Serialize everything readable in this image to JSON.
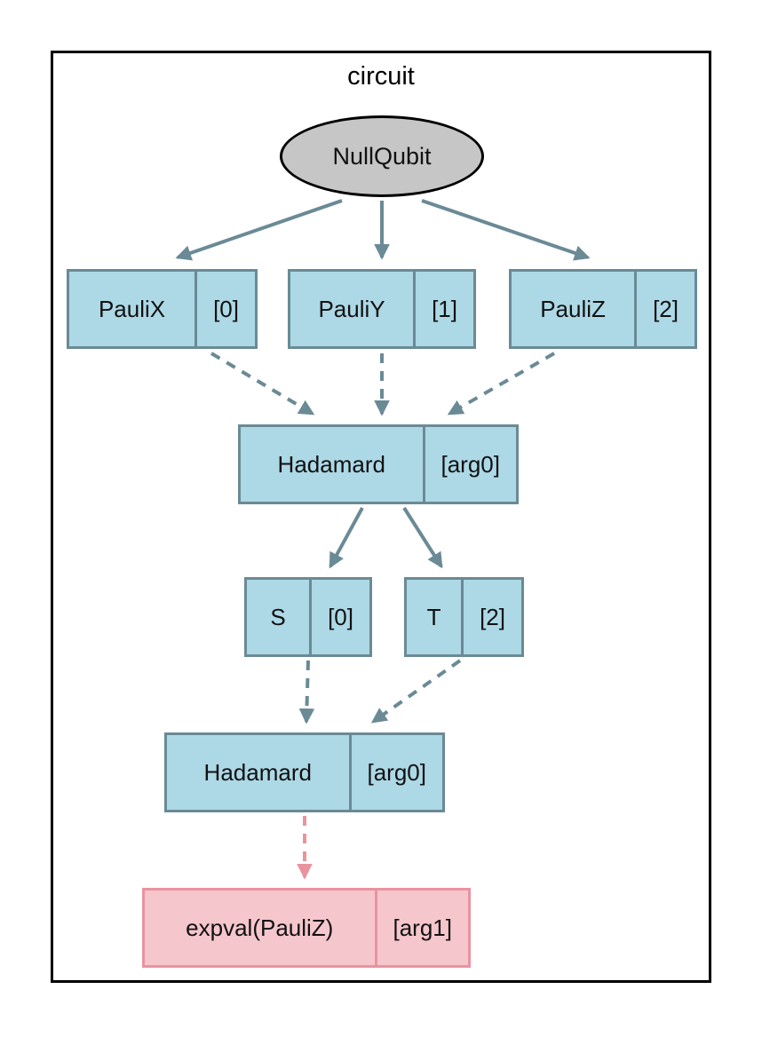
{
  "title": "circuit",
  "device": {
    "label": "NullQubit"
  },
  "nodes": {
    "paulix": {
      "label": "PauliX",
      "wires": "[0]"
    },
    "pauliy": {
      "label": "PauliY",
      "wires": "[1]"
    },
    "pauliz": {
      "label": "PauliZ",
      "wires": "[2]"
    },
    "hadamard1": {
      "label": "Hadamard",
      "wires": "[arg0]"
    },
    "s": {
      "label": "S",
      "wires": "[0]"
    },
    "t": {
      "label": "T",
      "wires": "[2]"
    },
    "hadamard2": {
      "label": "Hadamard",
      "wires": "[arg0]"
    },
    "expval": {
      "label": "expval(PauliZ)",
      "wires": "[arg1]"
    }
  },
  "colors": {
    "node_fill": "#ADD8E6",
    "node_border": "#6a8a96",
    "measurement_fill": "#f6c6cd",
    "measurement_border": "#e9939f",
    "device_fill": "#c6c6c6",
    "frame": "#000000"
  }
}
